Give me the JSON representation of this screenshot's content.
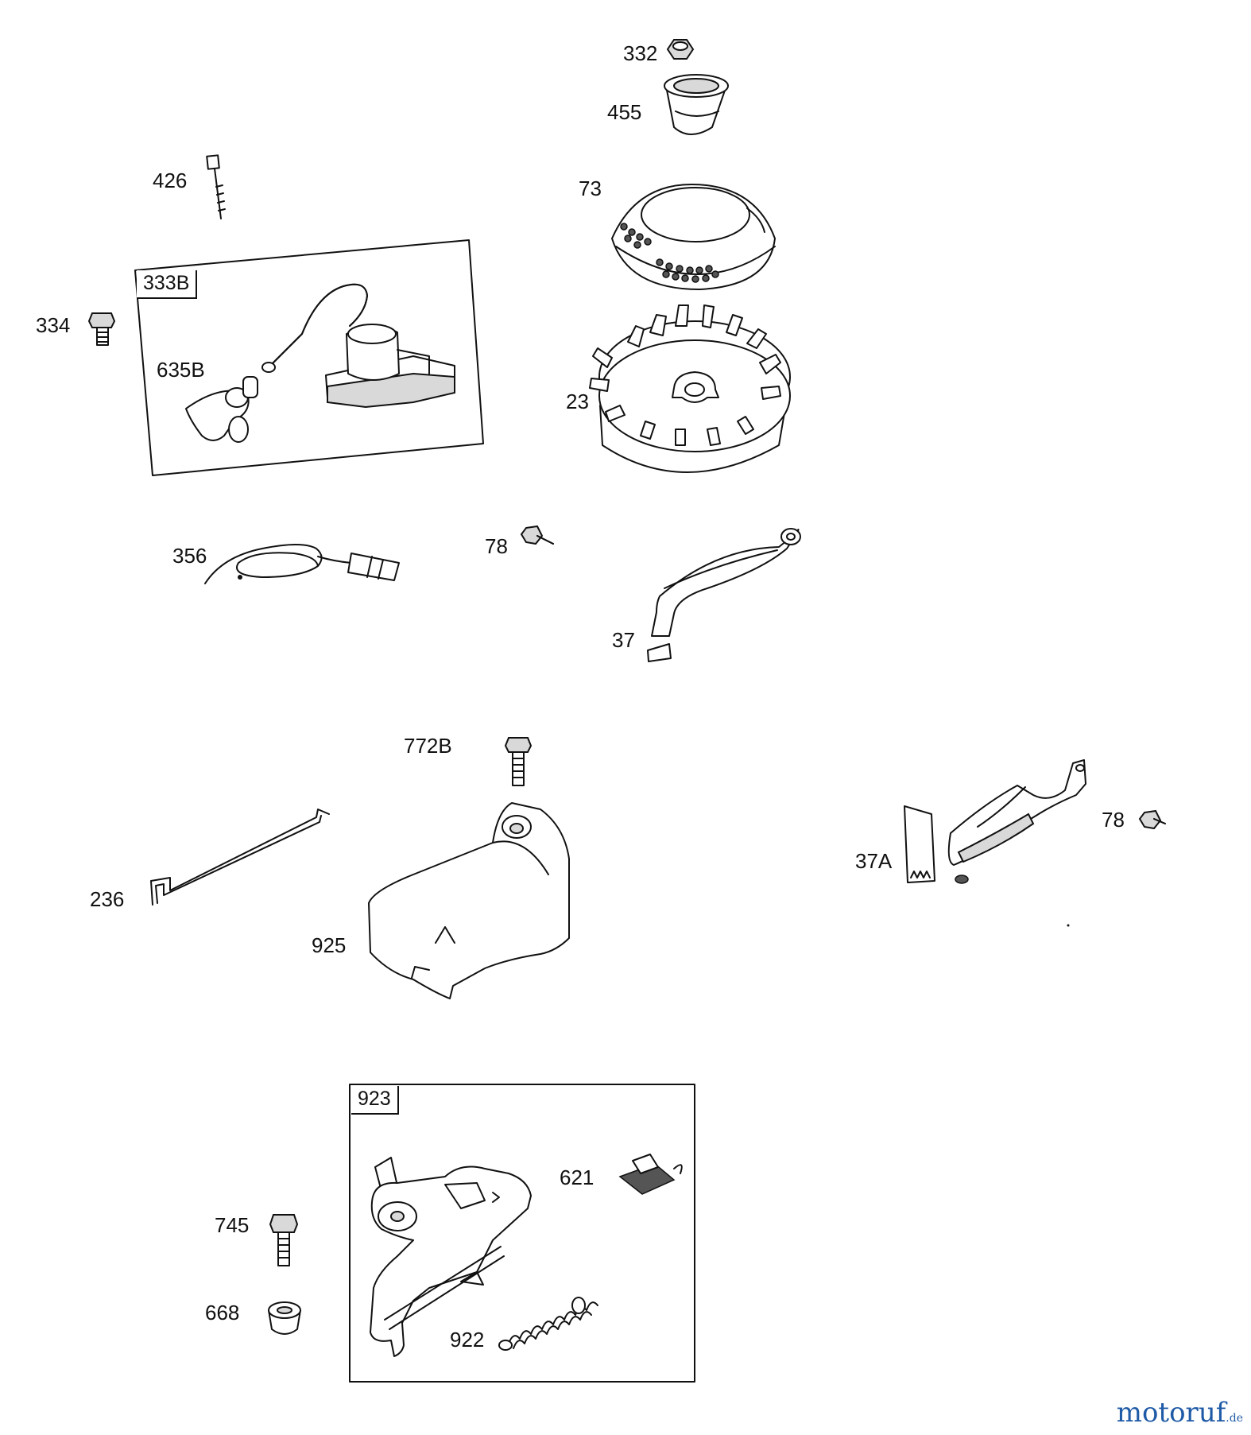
{
  "diagram": {
    "labels": {
      "p332": "332",
      "p455": "455",
      "p426": "426",
      "p73": "73",
      "p334": "334",
      "p635B": "635B",
      "p23": "23",
      "p356": "356",
      "p78a": "78",
      "p37": "37",
      "p772B": "772B",
      "p236": "236",
      "p925": "925",
      "p37A": "37A",
      "p78b": "78",
      "p621": "621",
      "p745": "745",
      "p668": "668",
      "p922": "922"
    },
    "boxes": {
      "b333B": "333B",
      "b923": "923"
    }
  },
  "watermark": {
    "brand": "motoruf",
    "tld": ".de",
    "color": "#1f5aa6",
    "accent": "#e07a1f"
  }
}
